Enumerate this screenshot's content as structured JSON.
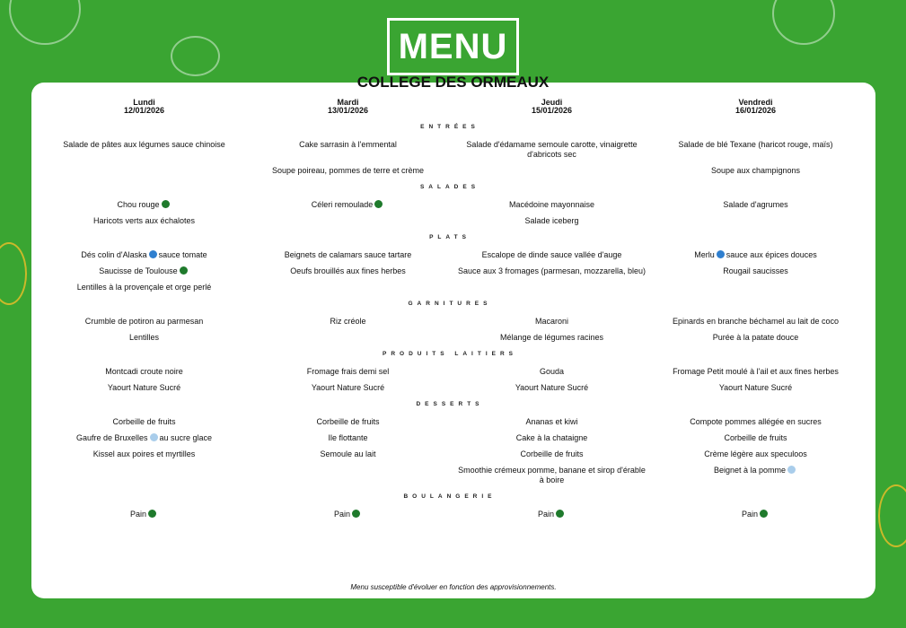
{
  "header": {
    "logo": "MENU",
    "school": "COLLEGE DES ORMEAUX"
  },
  "days": [
    {
      "name": "Lundi",
      "date": "12/01/2026"
    },
    {
      "name": "Mardi",
      "date": "13/01/2026"
    },
    {
      "name": "Jeudi",
      "date": "15/01/2026"
    },
    {
      "name": "Vendredi",
      "date": "16/01/2026"
    }
  ],
  "icons": {
    "local": "local-product-icon",
    "fish": "sustainable-fishing-icon",
    "frozen": "frozen-product-icon"
  },
  "colors": {
    "background": "#3aa532",
    "local": "#1f7a2c",
    "fish": "#2f7fcf",
    "frozen": "#a9cdeb"
  },
  "sections": [
    {
      "title": "ENTRÉES",
      "rows": [
        [
          {
            "t": "Salade de pâtes aux légumes sauce chinoise"
          },
          {
            "t": "Cake sarrasin à l'emmental"
          },
          {
            "t": "Salade d'édamame semoule carotte, vinaigrette d'abricots sec"
          },
          {
            "t": "Salade de blé Texane (haricot rouge, maïs)"
          }
        ],
        [
          null,
          {
            "t": "Soupe poireau, pommes de terre et crème"
          },
          null,
          {
            "t": "Soupe aux champignons"
          }
        ]
      ]
    },
    {
      "title": "SALADES",
      "rows": [
        [
          {
            "t": "Chou rouge",
            "icon": "local"
          },
          {
            "t": "Céleri remoulade",
            "icon": "local"
          },
          {
            "t": "Macédoine mayonnaise"
          },
          {
            "t": "Salade d'agrumes"
          }
        ],
        [
          {
            "t": "Haricots verts aux échalotes"
          },
          null,
          {
            "t": "Salade iceberg"
          },
          null
        ]
      ]
    },
    {
      "title": "PLATS",
      "rows": [
        [
          {
            "t": "Dés colin d'Alaska",
            "icon": "fish",
            "after": "sauce tomate"
          },
          {
            "t": "Beignets de calamars sauce tartare"
          },
          {
            "t": "Escalope de dinde sauce vallée d'auge"
          },
          {
            "t": "Merlu",
            "icon": "fish",
            "after": "sauce aux épices douces"
          }
        ],
        [
          {
            "t": "Saucisse de Toulouse",
            "icon": "local"
          },
          {
            "t": "Oeufs brouillés aux fines herbes"
          },
          {
            "t": "Sauce aux 3 fromages (parmesan, mozzarella, bleu)"
          },
          {
            "t": "Rougail saucisses"
          }
        ],
        [
          {
            "t": "Lentilles à la provençale et orge perlé"
          },
          null,
          null,
          null
        ]
      ]
    },
    {
      "title": "GARNITURES",
      "rows": [
        [
          {
            "t": "Crumble de potiron au parmesan"
          },
          {
            "t": "Riz créole"
          },
          {
            "t": "Macaroni"
          },
          {
            "t": "Epinards en branche béchamel au lait de coco"
          }
        ],
        [
          {
            "t": "Lentilles"
          },
          null,
          {
            "t": "Mélange de légumes racines"
          },
          {
            "t": "Purée à la patate douce"
          }
        ]
      ]
    },
    {
      "title": "PRODUITS LAITIERS",
      "rows": [
        [
          {
            "t": "Montcadi croute noire"
          },
          {
            "t": "Fromage frais demi sel"
          },
          {
            "t": "Gouda"
          },
          {
            "t": "Fromage Petit moulé à l'ail et aux fines herbes"
          }
        ],
        [
          {
            "t": "Yaourt Nature Sucré"
          },
          {
            "t": "Yaourt Nature Sucré"
          },
          {
            "t": "Yaourt Nature Sucré"
          },
          {
            "t": "Yaourt Nature Sucré"
          }
        ]
      ]
    },
    {
      "title": "DESSERTS",
      "rows": [
        [
          {
            "t": "Corbeille de fruits"
          },
          {
            "t": "Corbeille de fruits"
          },
          {
            "t": "Ananas et kiwi"
          },
          {
            "t": "Compote pommes allégée en sucres"
          }
        ],
        [
          {
            "t": "Gaufre de Bruxelles",
            "icon": "frozen",
            "after": "au sucre glace"
          },
          {
            "t": "Ile flottante"
          },
          {
            "t": "Cake à la chataigne"
          },
          {
            "t": "Corbeille de fruits"
          }
        ],
        [
          {
            "t": "Kissel aux poires et myrtilles"
          },
          {
            "t": "Semoule au lait"
          },
          {
            "t": "Corbeille de fruits"
          },
          {
            "t": "Crème légère aux speculoos"
          }
        ],
        [
          null,
          null,
          {
            "t": "Smoothie crémeux pomme, banane et sirop d'érable à boire"
          },
          {
            "t": "Beignet à la pomme",
            "icon": "frozen"
          }
        ]
      ]
    },
    {
      "title": "BOULANGERIE",
      "rows": [
        [
          {
            "t": "Pain",
            "icon": "local"
          },
          {
            "t": "Pain",
            "icon": "local"
          },
          {
            "t": "Pain",
            "icon": "local"
          },
          {
            "t": "Pain",
            "icon": "local"
          }
        ]
      ]
    }
  ],
  "footer": "Menu susceptible d'évoluer en fonction des approvisionnements."
}
